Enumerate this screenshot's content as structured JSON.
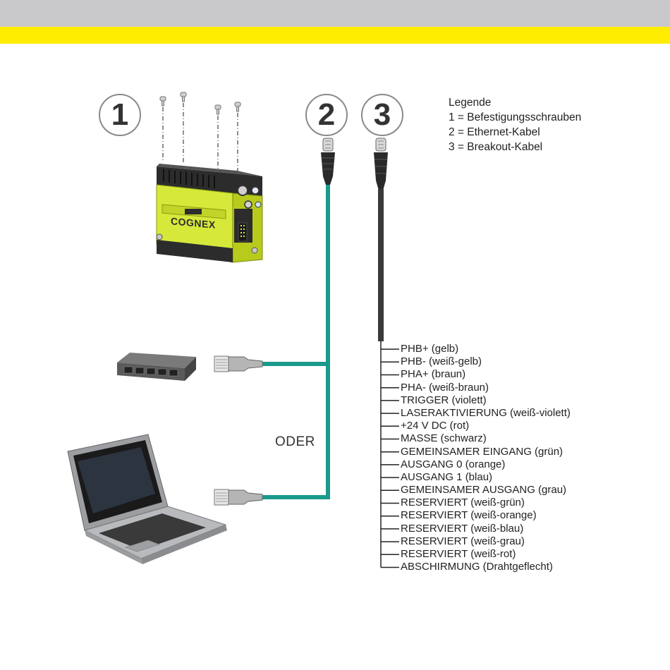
{
  "numbers": {
    "n1": "1",
    "n2": "2",
    "n3": "3"
  },
  "device": {
    "logo": "COGNEX"
  },
  "legend": {
    "title": "Legende",
    "items": [
      "1 = Befestigungsschrauben",
      "2 = Ethernet-Kabel",
      "3 = Breakout-Kabel"
    ]
  },
  "oder": "ODER",
  "wires": [
    "PHB+ (gelb)",
    "PHB- (weiß-gelb)",
    "PHA+ (braun)",
    "PHA- (weiß-braun)",
    "TRIGGER (violett)",
    "LASERAKTIVIERUNG (weiß-violett)",
    "+24 V DC (rot)",
    "MASSE (schwarz)",
    "GEMEINSAMER EINGANG (grün)",
    "AUSGANG 0 (orange)",
    "AUSGANG 1 (blau)",
    "GEMEINSAMER AUSGANG (grau)",
    "RESERVIERT (weiß-grün)",
    "RESERVIERT (weiß-orange)",
    "RESERVIERT (weiß-blau)",
    "RESERVIERT (weiß-grau)",
    "RESERVIERT (weiß-rot)",
    "ABSCHIRMUNG (Drahtgeflecht)"
  ],
  "colors": {
    "bar_gray": "#c9c9cb",
    "bar_yellow": "#ffed00",
    "ethernet": "#1a9a8c",
    "breakout": "#3a3a3a",
    "device": "#d6e83a"
  }
}
